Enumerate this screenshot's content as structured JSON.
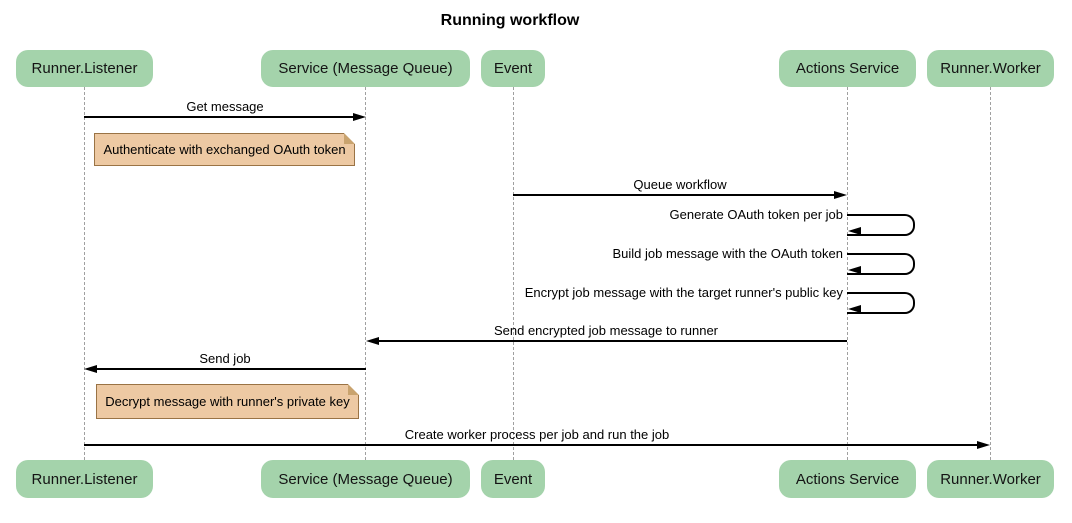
{
  "title": "Running workflow",
  "participants": [
    {
      "id": "runner-listener",
      "label": "Runner.Listener"
    },
    {
      "id": "service-message-queue",
      "label": "Service (Message Queue)"
    },
    {
      "id": "event",
      "label": "Event"
    },
    {
      "id": "actions-service",
      "label": "Actions Service"
    },
    {
      "id": "runner-worker",
      "label": "Runner.Worker"
    }
  ],
  "messages": [
    {
      "type": "message",
      "label": "Get message",
      "from": "Runner.Listener",
      "to": "Service (Message Queue)"
    },
    {
      "type": "note",
      "label": "Authenticate with exchanged OAuth token",
      "position": "right of Runner.Listener"
    },
    {
      "type": "message",
      "label": "Queue workflow",
      "from": "Event",
      "to": "Actions Service"
    },
    {
      "type": "self",
      "label": "Generate OAuth token per job",
      "actor": "Actions Service"
    },
    {
      "type": "self",
      "label": "Build job message with the OAuth token",
      "actor": "Actions Service"
    },
    {
      "type": "self",
      "label": "Encrypt job message with the target runner's public key",
      "actor": "Actions Service"
    },
    {
      "type": "message",
      "label": "Send encrypted job message to runner",
      "from": "Actions Service",
      "to": "Service (Message Queue)"
    },
    {
      "type": "message",
      "label": "Send job",
      "from": "Service (Message Queue)",
      "to": "Runner.Listener"
    },
    {
      "type": "note",
      "label": "Decrypt message with runner's private key",
      "position": "right of Runner.Listener"
    },
    {
      "type": "message",
      "label": "Create worker process per job and run the job",
      "from": "Runner.Listener",
      "to": "Runner.Worker"
    }
  ],
  "colors": {
    "participant_fill": "#a4d3ab",
    "note_fill": "#edc9a3",
    "note_border": "#9a7345",
    "note_fold": "#c9a36e",
    "lifeline": "#a0a0a0",
    "arrow": "#000000",
    "text": "#111111",
    "background": "#ffffff"
  }
}
